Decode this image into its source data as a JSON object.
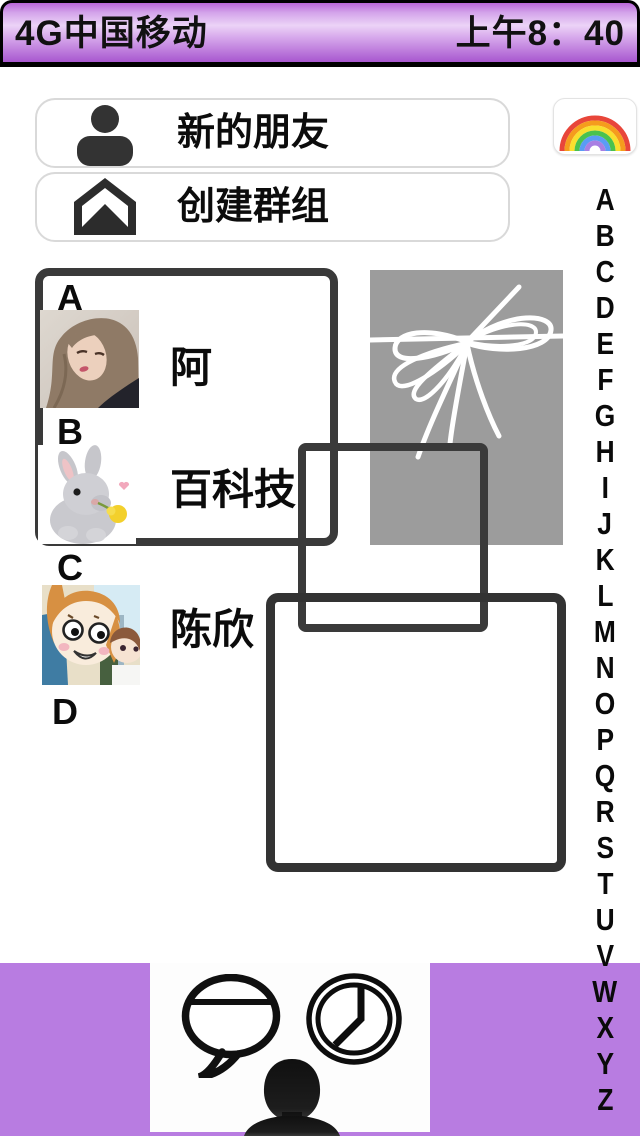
{
  "status_bar": {
    "carrier": "4G中国移动",
    "time": "上午8：40"
  },
  "menu": {
    "items": [
      {
        "label": "新的朋友",
        "icon": "person-icon"
      },
      {
        "label": "创建群组",
        "icon": "open-envelope-icon"
      }
    ]
  },
  "header_sticker": {
    "icon": "rainbow-icon"
  },
  "contacts": {
    "sections": [
      {
        "letter": "A",
        "entries": [
          {
            "name": "阿",
            "avatar": "woman-photo-avatar"
          }
        ]
      },
      {
        "letter": "B",
        "entries": [
          {
            "name": "百科技",
            "avatar": "rabbit-avatar"
          }
        ]
      },
      {
        "letter": "C",
        "entries": [
          {
            "name": "陈欣",
            "avatar": "anime-avatar"
          }
        ]
      },
      {
        "letter": "D",
        "entries": []
      }
    ]
  },
  "alphabet": {
    "letters": [
      "A",
      "B",
      "C",
      "D",
      "E",
      "F",
      "G",
      "H",
      "I",
      "J",
      "K",
      "L",
      "M",
      "N",
      "O",
      "P",
      "Q",
      "R",
      "S",
      "T",
      "U",
      "V",
      "W",
      "X",
      "Y",
      "Z"
    ]
  },
  "tab_bar": {
    "icons": [
      "chat-bubble-icon",
      "clock-icon",
      "profile-icon"
    ]
  },
  "colors": {
    "status_purple_light": "#ecd3f7",
    "status_purple_dark": "#a857cf",
    "bottom_purple": "#b87ce1",
    "gift_box_gray": "#9c9c9c",
    "outline_dark": "#3a3a3a"
  }
}
